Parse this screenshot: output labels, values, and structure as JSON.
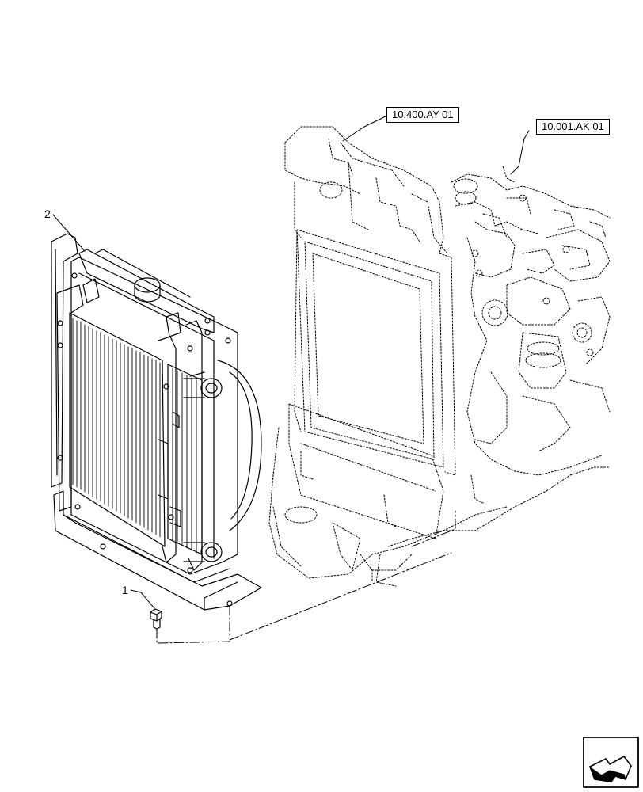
{
  "references": {
    "ref_1": "10.400.AY 01",
    "ref_2": "10.001.AK 01"
  },
  "callouts": {
    "item_1": "1",
    "item_2": "2"
  },
  "icons": {
    "corner": "next-page-arrow-icon"
  },
  "colors": {
    "line": "#000000",
    "background": "#ffffff"
  }
}
